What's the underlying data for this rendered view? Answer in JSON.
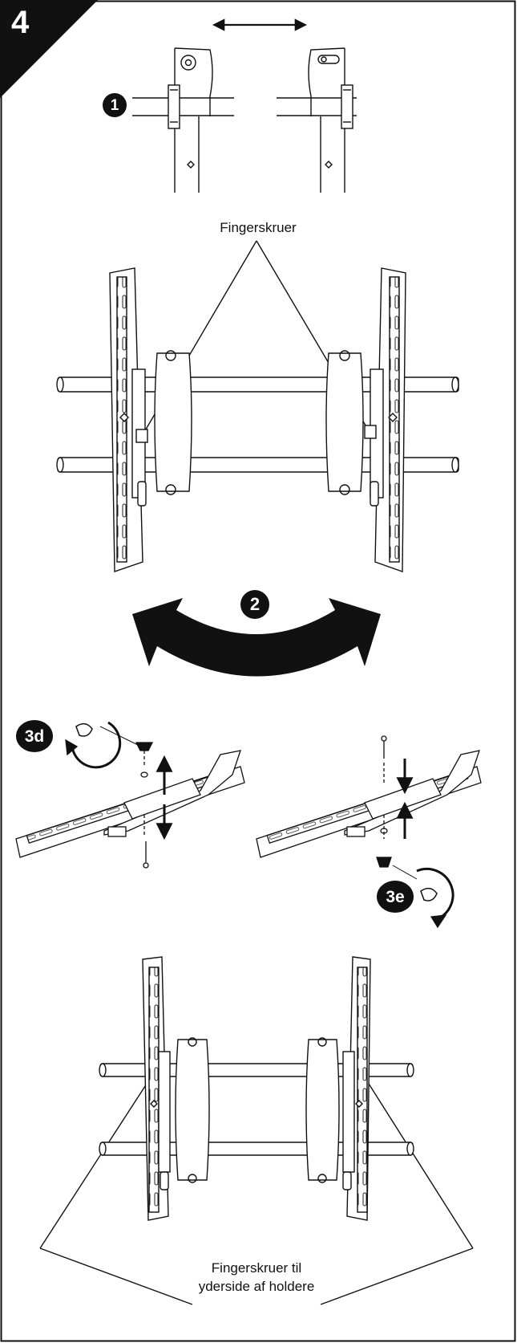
{
  "step_number": "4",
  "labels": {
    "fingerskruer": "Fingerskruer",
    "bottom_line1": "Fingerskruer til",
    "bottom_line2": "yderside af holdere"
  },
  "badges": {
    "b1": "1",
    "b2": "2",
    "b3d": "3d",
    "b3e": "3e"
  }
}
